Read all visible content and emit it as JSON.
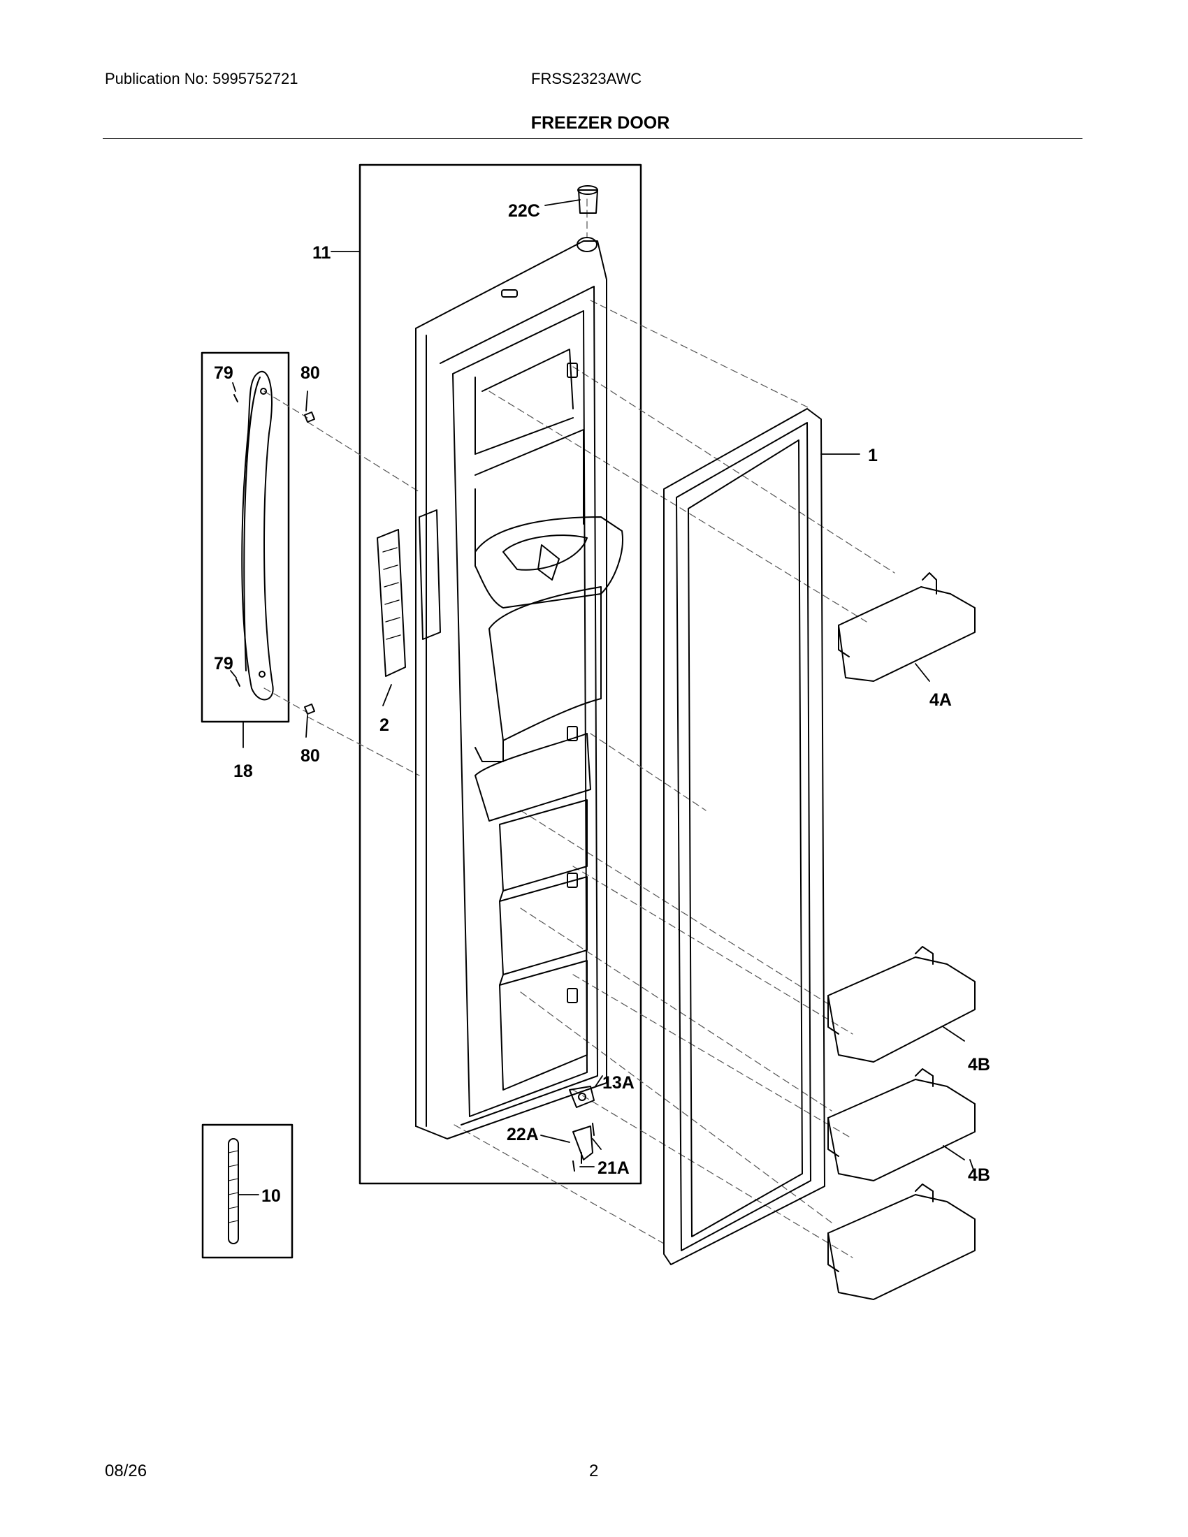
{
  "header": {
    "publication": "Publication No: 5995752721",
    "model": "FRSS2323AWC",
    "section_title": "FREEZER DOOR"
  },
  "callouts": {
    "c22C": "22C",
    "c11": "11",
    "c79a": "79",
    "c80a": "80",
    "c1": "1",
    "c79b": "79",
    "c2": "2",
    "c80b": "80",
    "c18": "18",
    "c4A": "4A",
    "c13A": "13A",
    "c22A": "22A",
    "c21A": "21A",
    "c10": "10",
    "c4B1": "4B",
    "c4B2": "4B"
  },
  "footer": {
    "date": "08/26",
    "page": "2"
  }
}
